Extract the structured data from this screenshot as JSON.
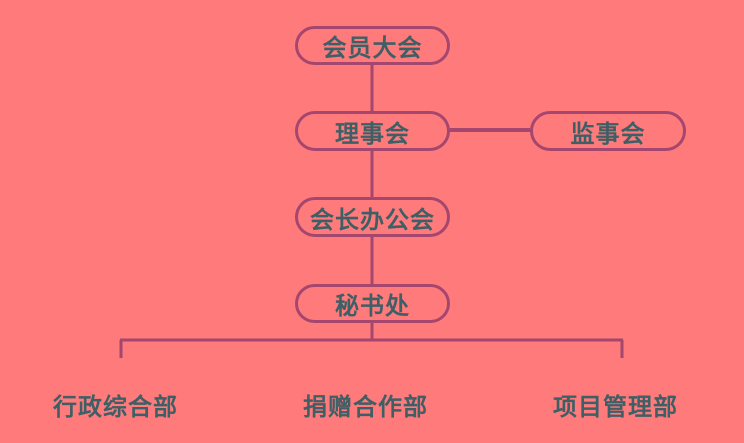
{
  "diagram": {
    "nodes": {
      "general_assembly": "会员大会",
      "council": "理事会",
      "supervisory_board": "监事会",
      "president_office": "会长办公会",
      "secretariat": "秘书处"
    },
    "departments": [
      "行政综合部",
      "捐赠合作部",
      "项目管理部"
    ]
  }
}
